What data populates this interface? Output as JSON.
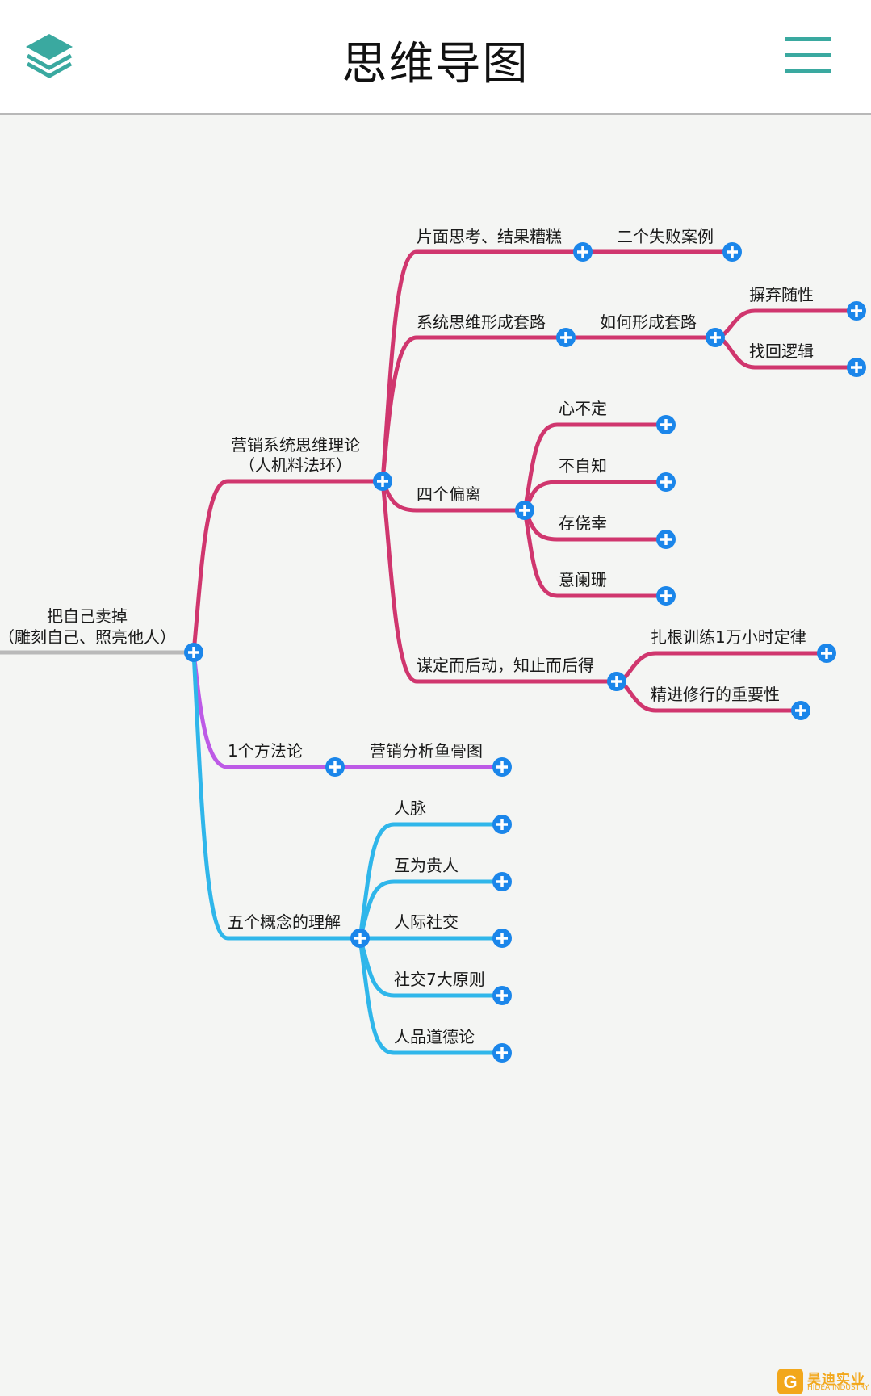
{
  "header": {
    "title": "思维导图"
  },
  "colors": {
    "pink": "#d0366e",
    "purple": "#bd5ae6",
    "blue": "#2fb6ea",
    "button": "#1b86ea",
    "header_icon": "#3aa9a0"
  },
  "mindmap": {
    "root": {
      "line1": "把自己卖掉",
      "line2": "（雕刻自己、照亮他人）"
    },
    "branch_theory": {
      "line1": "营销系统思维理论",
      "line2": "（人机料法环）",
      "children": {
        "one_sided": {
          "label": "片面思考、结果糟糕",
          "sub1": "二个失败案例"
        },
        "system": {
          "label": "系统思维形成套路",
          "sub1": "如何形成套路",
          "sub1_a": "摒弃随性",
          "sub1_b": "找回逻辑"
        },
        "deviation": {
          "label": "四个偏离",
          "sub1": "心不定",
          "sub2": "不自知",
          "sub3": "存侥幸",
          "sub4": "意阑珊"
        },
        "plan": {
          "label": "谋定而后动，知止而后得",
          "sub1": "扎根训练1万小时定律",
          "sub2": "精进修行的重要性"
        }
      }
    },
    "branch_method": {
      "label": "1个方法论",
      "sub1": "营销分析鱼骨图"
    },
    "branch_concepts": {
      "label": "五个概念的理解",
      "sub1": "人脉",
      "sub2": "互为贵人",
      "sub3": "人际社交",
      "sub4": "社交7大原则",
      "sub5": "人品道德论"
    }
  },
  "brand": {
    "name": "昊迪实业",
    "english": "HIDEA INDUSTRY"
  },
  "icons": {
    "layers": "layers-icon",
    "menu": "hamburger-menu-icon",
    "expand": "plus-icon"
  }
}
